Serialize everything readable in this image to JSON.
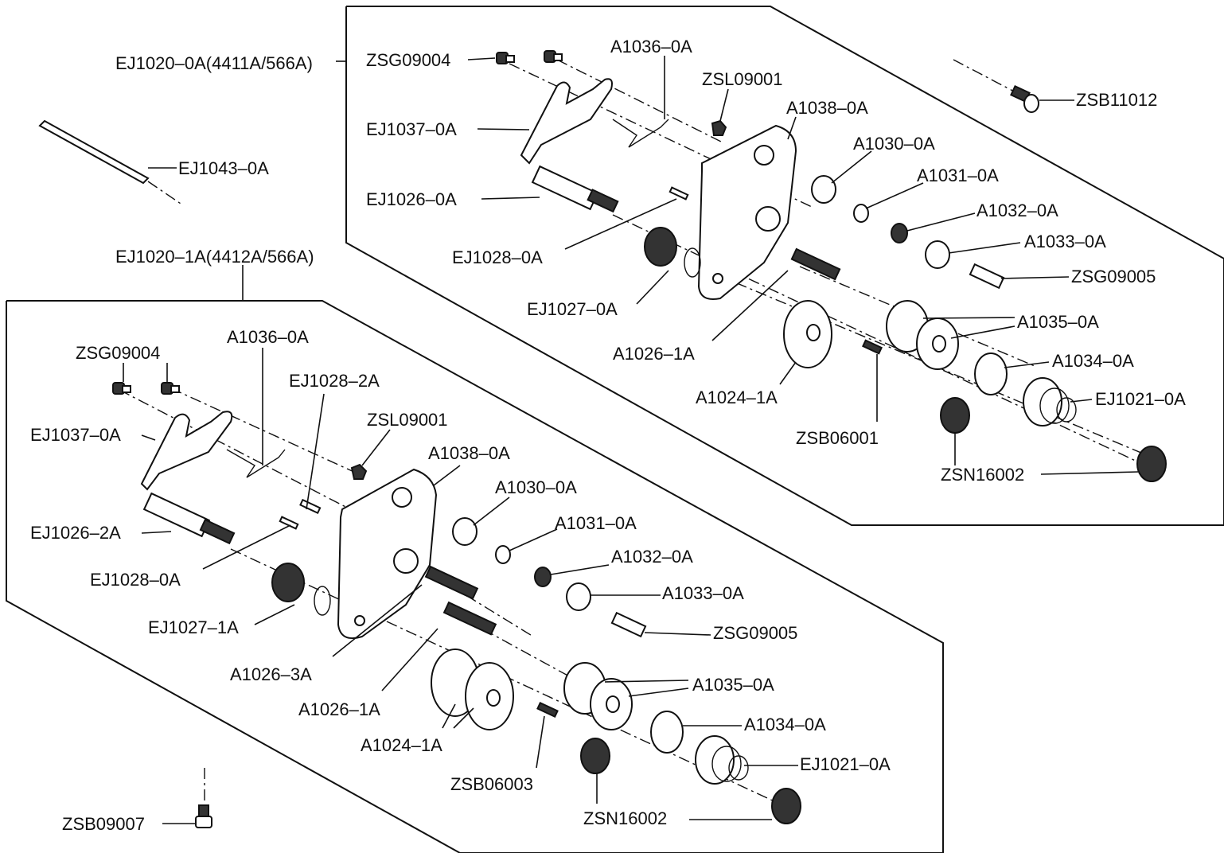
{
  "assemblies": {
    "top": {
      "label": "EJ1020–0A",
      "label_suffix": "(4411A/566A)",
      "callouts": {
        "zsg09004": "ZSG09004",
        "a1036": "A1036–0A",
        "zsl09001": "ZSL09001",
        "a1038": "A1038–0A",
        "a1030": "A1030–0A",
        "a1031": "A1031–0A",
        "a1032": "A1032–0A",
        "a1033": "A1033–0A",
        "zsg09005": "ZSG09005",
        "a1035": "A1035–0A",
        "a1034": "A1034–0A",
        "ej1021": "EJ1021–0A",
        "zsn16002": "ZSN16002",
        "zsb06001": "ZSB06001",
        "a1024": "A1024–1A",
        "a1026": "A1026–1A",
        "ej1027": "EJ1027–0A",
        "ej1028": "EJ1028–0A",
        "ej1026": "EJ1026–0A",
        "ej1037": "EJ1037–0A"
      }
    },
    "bottom": {
      "label": "EJ1020–1A",
      "label_suffix": "(4412A/566A)",
      "callouts": {
        "zsg09004": "ZSG09004",
        "a1036": "A1036–0A",
        "ej1028_2a": "EJ1028–2A",
        "zsl09001": "ZSL09001",
        "a1038": "A1038–0A",
        "a1030": "A1030–0A",
        "a1031": "A1031–0A",
        "a1032": "A1032–0A",
        "a1033": "A1033–0A",
        "zsg09005": "ZSG09005",
        "a1035": "A1035–0A",
        "a1034": "A1034–0A",
        "ej1021": "EJ1021–0A",
        "zsn16002": "ZSN16002",
        "zsb06003": "ZSB06003",
        "a1024": "A1024–1A",
        "a1026_1a": "A1026–1A",
        "a1026_3a": "A1026–3A",
        "ej1027": "EJ1027–1A",
        "ej1028": "EJ1028–0A",
        "ej1026": "EJ1026–2A",
        "ej1037": "EJ1037–0A"
      }
    }
  },
  "loose_parts": {
    "ej1043": "EJ1043–0A",
    "zsb11012": "ZSB11012",
    "zsb09007": "ZSB09007"
  }
}
